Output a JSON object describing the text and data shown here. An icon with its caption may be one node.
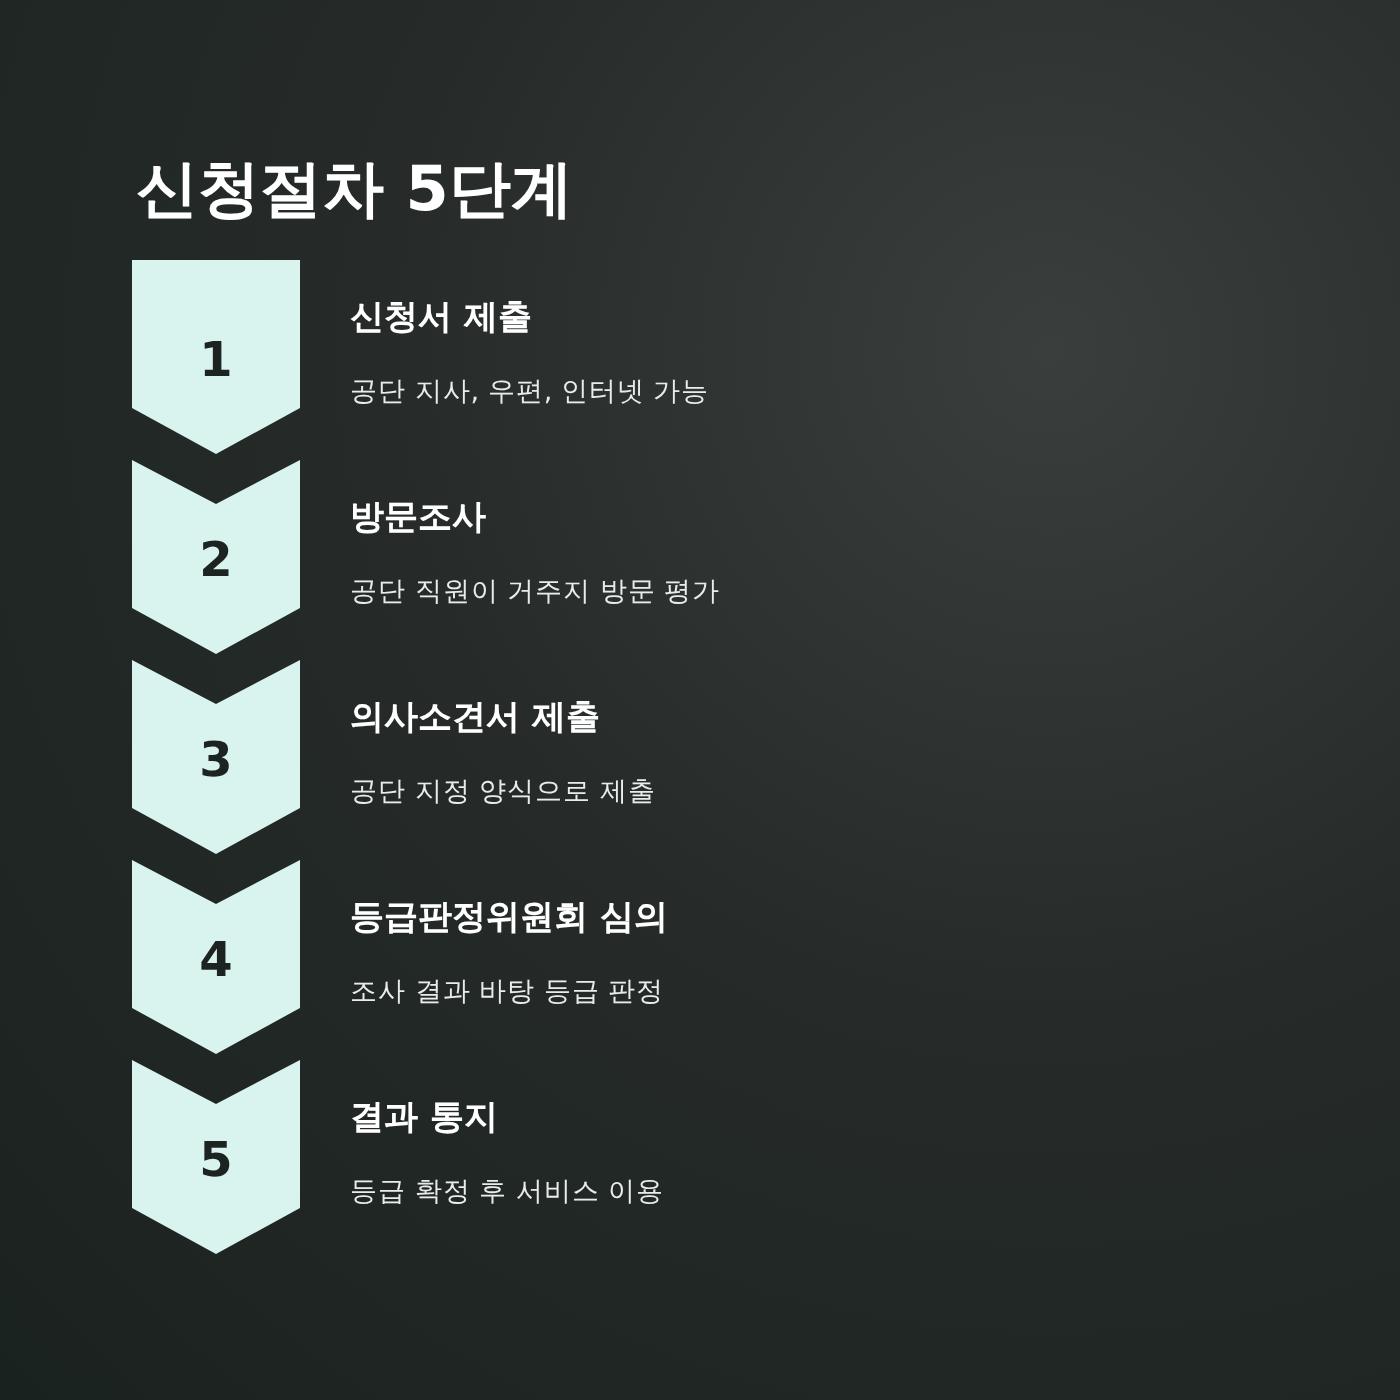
{
  "diagram": {
    "title": "신청절차 5단계",
    "nodes": [
      {
        "text": [
          "1"
        ],
        "beside": [
          "신청서 제출",
          "공단 지사, 우편, 인터넷 가능"
        ]
      },
      {
        "text": [
          "2"
        ],
        "beside": [
          "방문조사",
          "공단 직원이 거주지 방문 평가"
        ]
      },
      {
        "text": [
          "3"
        ],
        "beside": [
          "의사소견서 제출",
          "공단 지정 양식으로 제출"
        ]
      },
      {
        "text": [
          "4"
        ],
        "beside": [
          "등급판정위원회 심의",
          "조사 결과 바탕 등급 판정"
        ]
      },
      {
        "text": [
          "5"
        ],
        "beside": [
          "결과 통지",
          "등급 확정 후 서비스 이용"
        ]
      }
    ]
  }
}
